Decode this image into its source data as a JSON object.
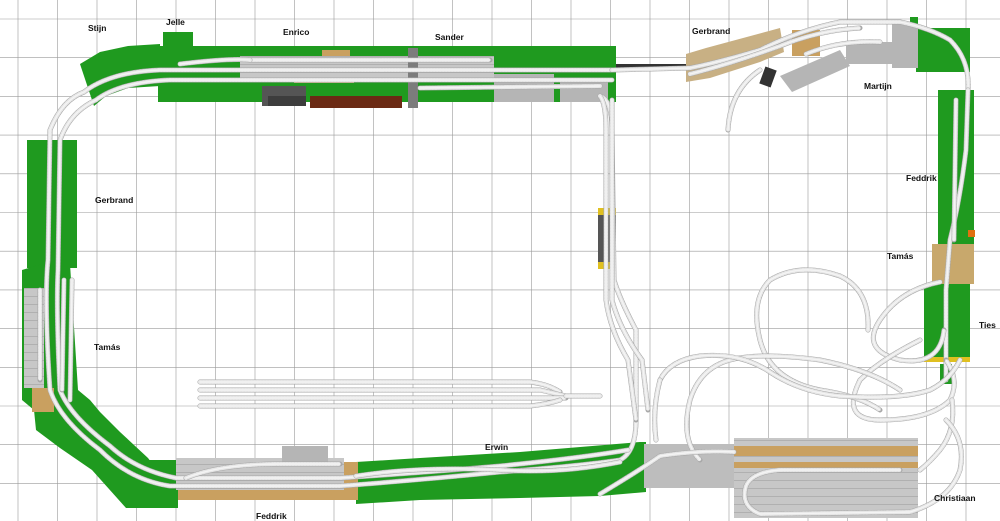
{
  "colors": {
    "grid": "#9a9a9a",
    "module": "#1f9a1f",
    "module_dark": "#158015",
    "station": "#b9b9b9",
    "sand": "#c9a060",
    "rail": "#8a8a8a",
    "sleeper": "#cfcfcf",
    "marker": "#e0c020"
  },
  "labels": {
    "stijn": "Stijn",
    "jelle": "Jelle",
    "enrico": "Enrico",
    "sander": "Sander",
    "gerbrand_top": "Gerbrand",
    "martijn": "Martijn",
    "gerbrand_left": "Gerbrand",
    "feddrik_right": "Feddrik",
    "tamas_left": "Tamás",
    "tamas_right": "Tamás",
    "ties": "Ties",
    "erwin": "Erwin",
    "feddrik_bottom": "Feddrik",
    "christiaan": "Christiaan"
  }
}
